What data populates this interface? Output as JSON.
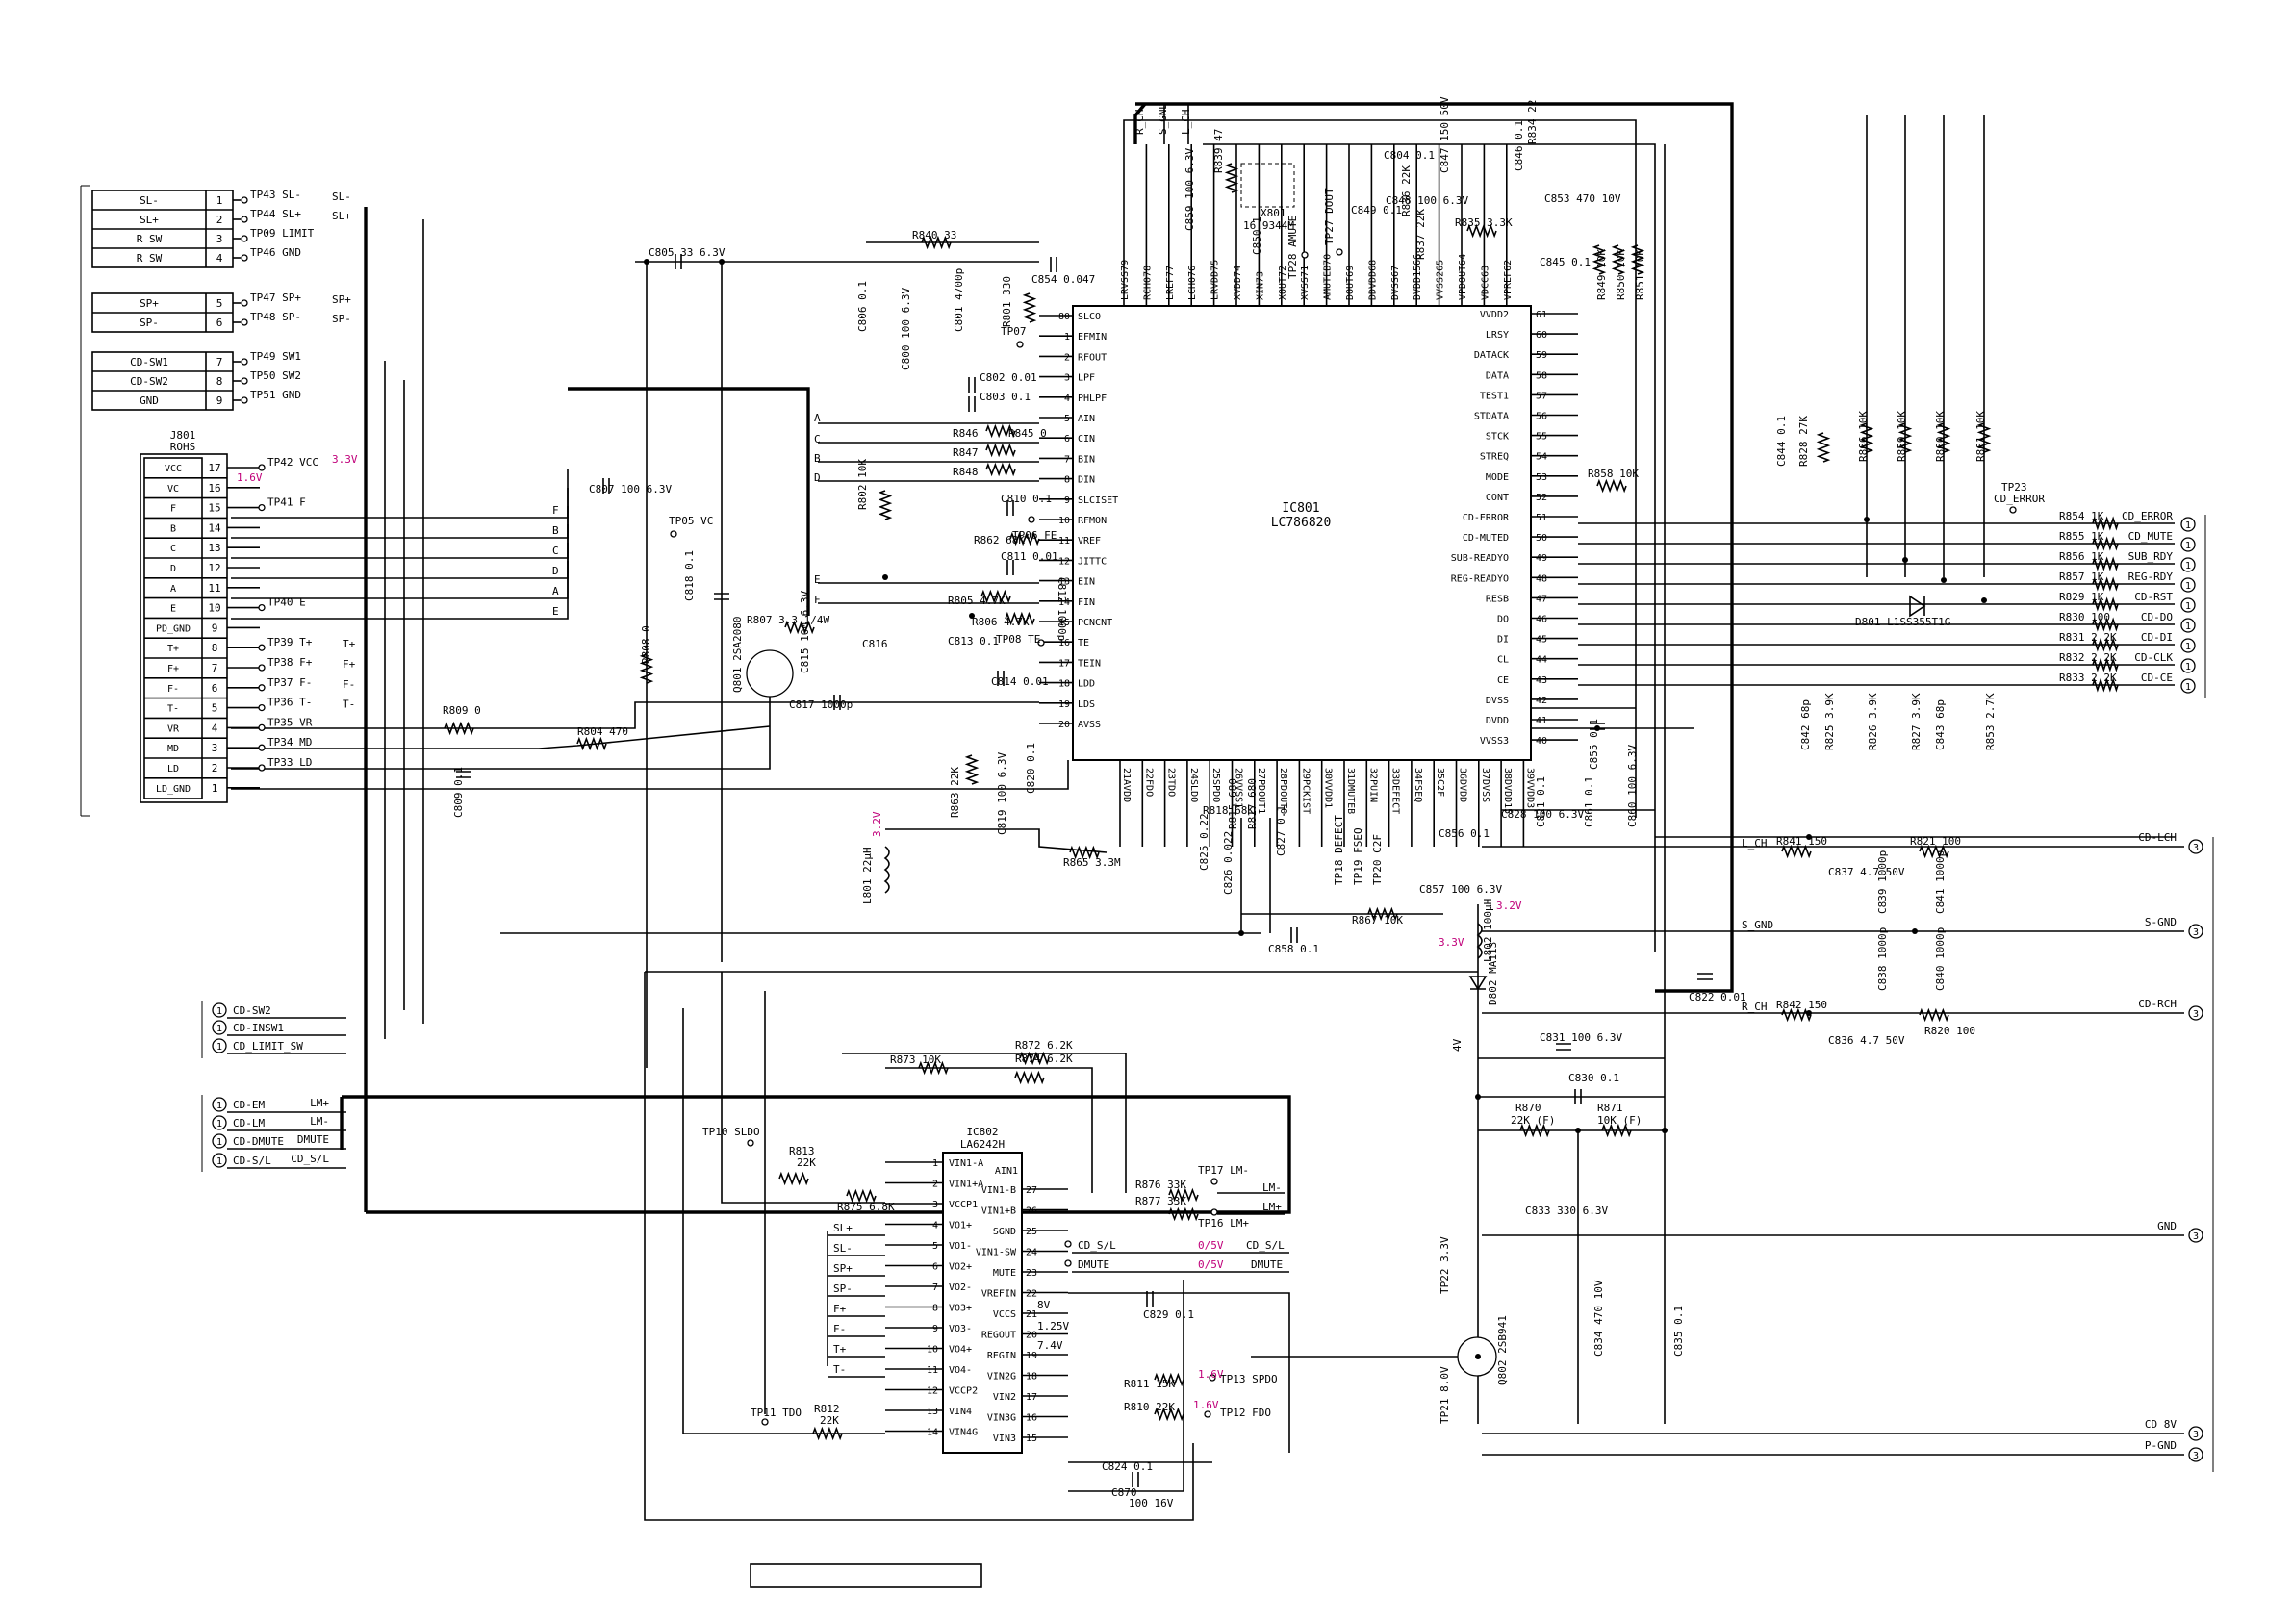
{
  "ic801": {
    "ref": "IC801",
    "part": "LC786820",
    "left": [
      [
        "SLCO",
        "80"
      ],
      [
        "EFMIN",
        "1"
      ],
      [
        "RFOUT",
        "2"
      ],
      [
        "LPF",
        "3"
      ],
      [
        "PHLPF",
        "4"
      ],
      [
        "AIN",
        "5"
      ],
      [
        "CIN",
        "6"
      ],
      [
        "BIN",
        "7"
      ],
      [
        "DIN",
        "8"
      ],
      [
        "SLCISET",
        "9"
      ],
      [
        "RFMON",
        "10"
      ],
      [
        "VREF",
        "11"
      ],
      [
        "JITTC",
        "12"
      ],
      [
        "EIN",
        "13"
      ],
      [
        "FIN",
        "14"
      ],
      [
        "PCNCNT",
        "15"
      ],
      [
        "TE",
        "16"
      ],
      [
        "TEIN",
        "17"
      ],
      [
        "LDD",
        "18"
      ],
      [
        "LDS",
        "19"
      ],
      [
        "AVSS",
        "20"
      ]
    ],
    "right": [
      [
        "VVDD2",
        "61"
      ],
      [
        "LRSY",
        "60"
      ],
      [
        "DATACK",
        "59"
      ],
      [
        "DATA",
        "58"
      ],
      [
        "TEST1",
        "57"
      ],
      [
        "STDATA",
        "56"
      ],
      [
        "STCK",
        "55"
      ],
      [
        "STREQ",
        "54"
      ],
      [
        "MODE",
        "53"
      ],
      [
        "CONT",
        "52"
      ],
      [
        "CD-ERROR",
        "51"
      ],
      [
        "CD-MUTED",
        "50"
      ],
      [
        "SUB-READYO",
        "49"
      ],
      [
        "REG-READYO",
        "48"
      ],
      [
        "RESB",
        "47"
      ],
      [
        "DO",
        "46"
      ],
      [
        "DI",
        "45"
      ],
      [
        "CL",
        "44"
      ],
      [
        "CE",
        "43"
      ],
      [
        "DVSS",
        "42"
      ],
      [
        "DVDD",
        "41"
      ],
      [
        "VVSS3",
        "40"
      ]
    ],
    "top": [
      "LRVSS79",
      "RCH078",
      "LREF77",
      "LCH076",
      "LRVDD75",
      "XVDD74",
      "XIN73",
      "XOUT72",
      "XVSS71",
      "AMUTEB70",
      "DOUT69",
      "DDVDD68",
      "DVSS67",
      "DVDD1566",
      "VVSS265",
      "VPDOUT64",
      "VDCC63",
      "VPREF62"
    ],
    "bottom": [
      "21AVDD",
      "22FDO",
      "23TDO",
      "24SLDO",
      "25SPDO",
      "26VVSS1",
      "27PDOUT1",
      "28PDOUT0",
      "29PCKIST",
      "30VVDD1",
      "31DMUTEB",
      "32PUIN",
      "33DEFECT",
      "34FSEQ",
      "35C2F",
      "36DVDD",
      "37DVSS",
      "38DVDD15",
      "39VVDD3"
    ]
  },
  "ic802": {
    "ref": "IC802",
    "part": "LA6242H",
    "left": [
      [
        "VIN1-A",
        "1"
      ],
      [
        "VIN1+A",
        "2"
      ],
      [
        "VCCP1",
        "3"
      ],
      [
        "VO1+",
        "4"
      ],
      [
        "VO1-",
        "5"
      ],
      [
        "VO2+",
        "6"
      ],
      [
        "VO2-",
        "7"
      ],
      [
        "VO3+",
        "8"
      ],
      [
        "VO3-",
        "9"
      ],
      [
        "VO4+",
        "10"
      ],
      [
        "VO4-",
        "11"
      ],
      [
        "VCCP2",
        "12"
      ],
      [
        "VIN4",
        "13"
      ],
      [
        "VIN4G",
        "14"
      ]
    ],
    "right": [
      [
        "VIN1-B",
        "27"
      ],
      [
        "VIN1+B",
        "26"
      ],
      [
        "SGND",
        "25"
      ],
      [
        "VIN1-SW",
        "24"
      ],
      [
        "MUTE",
        "23"
      ],
      [
        "VREFIN",
        "22"
      ],
      [
        "VCCS",
        "21"
      ],
      [
        "REGOUT",
        "20"
      ],
      [
        "REGIN",
        "19"
      ],
      [
        "VIN2G",
        "18"
      ],
      [
        "VIN2",
        "17"
      ],
      [
        "VIN3G",
        "16"
      ],
      [
        "VIN3",
        "15"
      ]
    ],
    "aux": "AIN1"
  },
  "connector_a": [
    [
      "SL-",
      "1",
      "TP43 SL-",
      "SL-"
    ],
    [
      "SL+",
      "2",
      "TP44 SL+",
      "SL+"
    ],
    [
      "R SW",
      "3",
      "TP09 LIMIT",
      ""
    ],
    [
      "R SW",
      "4",
      "TP46 GND",
      ""
    ]
  ],
  "connector_b": [
    [
      "SP+",
      "5",
      "TP47 SP+",
      "SP+"
    ],
    [
      "SP-",
      "6",
      "TP48 SP-",
      "SP-"
    ]
  ],
  "connector_c": [
    [
      "CD-SW1",
      "7",
      "TP49 SW1",
      ""
    ],
    [
      "CD-SW2",
      "8",
      "TP50 SW2",
      ""
    ],
    [
      "GND",
      "9",
      "TP51 GND",
      ""
    ]
  ],
  "j801": {
    "ref": "J801",
    "sub": "ROHS",
    "pins": [
      [
        "VCC",
        "17",
        "TP42 VCC"
      ],
      [
        "VC",
        "16",
        ""
      ],
      [
        "F",
        "15",
        "TP41 F"
      ],
      [
        "B",
        "14",
        ""
      ],
      [
        "C",
        "13",
        ""
      ],
      [
        "D",
        "12",
        ""
      ],
      [
        "A",
        "11",
        ""
      ],
      [
        "E",
        "10",
        "TP40 E"
      ],
      [
        "PD_GND",
        "9",
        ""
      ],
      [
        "T+",
        "8",
        "TP39 T+"
      ],
      [
        "F+",
        "7",
        "TP38 F+"
      ],
      [
        "F-",
        "6",
        "TP37 F-"
      ],
      [
        "T-",
        "5",
        "TP36 T-"
      ],
      [
        "VR",
        "4",
        "TP35 VR"
      ],
      [
        "MD",
        "3",
        "TP34 MD"
      ],
      [
        "LD",
        "2",
        "TP33 LD"
      ],
      [
        "LD_GND",
        "1",
        ""
      ]
    ],
    "rsig": [
      "",
      "",
      "",
      "",
      "",
      "",
      "",
      "",
      "",
      "T+",
      "F+",
      "F-",
      "T-",
      "",
      "",
      "",
      ""
    ]
  },
  "outputs_right": [
    [
      "CD_ERROR",
      "R854 1K"
    ],
    [
      "CD_MUTE",
      "R855 1K"
    ],
    [
      "SUB_RDY",
      "R856 1K"
    ],
    [
      "REG-RDY",
      "R857 1K"
    ],
    [
      "CD-RST",
      "R829 1K"
    ],
    [
      "CD-DO",
      "R830 100"
    ],
    [
      "CD-DI",
      "R831 2.2K"
    ],
    [
      "CD-CLK",
      "R832 2.2K"
    ],
    [
      "CD-CE",
      "R833 2.2K"
    ]
  ],
  "outputs_right_num": "1",
  "audio": [
    [
      "CD-LCH",
      "3"
    ],
    [
      "S-GND",
      "3"
    ],
    [
      "CD-RCH",
      "3"
    ],
    [
      "GND",
      "3"
    ],
    [
      "CD 8V",
      "3"
    ],
    [
      "P-GND",
      "3"
    ]
  ],
  "left_ports": [
    [
      "CD-SW2",
      "1"
    ],
    [
      "CD-INSW1",
      "1"
    ],
    [
      "CD_LIMIT_SW",
      "1"
    ],
    [
      "CD-EM",
      "1"
    ],
    [
      "CD-LM",
      "1"
    ],
    [
      "CD-DMUTE",
      "1"
    ],
    [
      "CD-S/L",
      "1"
    ]
  ],
  "left_port_sigs": [
    "",
    "",
    "",
    "LM+",
    "LM-",
    "DMUTE",
    "CD_S/L"
  ],
  "ic802_left_sigs": [
    "SL+",
    "SL-",
    "SP+",
    "SP-",
    "F+",
    "F-",
    "T+",
    "T-"
  ],
  "voltages": {
    "v33a": "3.3V",
    "v16": "1.6V",
    "v32a": "3.2V",
    "v32b": "3.2V",
    "v33b": "3.3V",
    "v16b": "1.6V",
    "v16c": "1.6V",
    "v05a": "0/5V",
    "v05b": "0/5V",
    "v8": "8V",
    "v125": "1.25V",
    "v74": "7.4V",
    "v4": "4V"
  },
  "labels": {
    "c805": "C805 33 6.3V",
    "r840": "R840 33",
    "c854": "C854 0.047",
    "c806": "C806 0.1",
    "c800": "C800 100 6.3V",
    "c801": "C801 4700p",
    "r801": "R801 330",
    "tp07": "TP07",
    "c802": "C802 0.01",
    "c803": "C803 0.1",
    "r846": "R846",
    "r845": "R845 0",
    "r847": "R847",
    "r848": "R848",
    "c810": "C810 0.1",
    "r802": "R802 10K",
    "tp06": "TP06 FE",
    "r862": "R862 68K",
    "c811": "C811 0.01",
    "c812": "C812 1000p",
    "r805": "R805 4.7K",
    "r806": "R806 4.7K",
    "c813": "C813 0.1",
    "tp08": "TP08 TE",
    "c814": "C814 0.01",
    "c807": "C807 100 6.3V",
    "tp05": "TP05 VC",
    "c818": "C818 0.1",
    "r808": "R808 0",
    "r807": "R807 3.3 1/4W",
    "c815": "C815 100 6.3V",
    "c816": "C816",
    "q801": "Q801 2SA2080",
    "c817": "C817 1000p",
    "r809": "R809 0",
    "r804": "R804 470",
    "c809": "C809 0.1",
    "r863": "R863 22K",
    "c819": "C819 100 6.3V",
    "c820": "C820 0.1",
    "l801": "L801 22µH",
    "r865": "R865 3.3M",
    "c825": "C825 0.22",
    "c826": "C826 0.022",
    "r815": "R815 680",
    "r817": "R817 680",
    "r818": "R818 68K",
    "c827": "C827 0.1",
    "tp18": "TP18 DEFECT",
    "tp19": "TP19 FSEQ",
    "tp20": "TP20 C2F",
    "c857": "C857 100 6.3V",
    "c856": "C856 0.1",
    "r867": "R867 10K",
    "c858": "C858 0.1",
    "l802": "L802 100µH",
    "d802": "D802 MA113",
    "c828": "C828 100 6.3V",
    "c821": "C821 0.1",
    "c861": "C861 0.1",
    "c860": "C860 100 6.3V",
    "c855": "C855 0.1",
    "c859": "C859 100 6.3V",
    "r839": "R839 47",
    "x801": "X801 16.9344M",
    "c850": "C850 1",
    "tp28": "TP28 AMUTE",
    "tp27": "TP27 DOUT",
    "c849": "C849 0.1",
    "c804": "C804 0.1",
    "c848": "C848 100 6.3V",
    "c847": "C847 150 50V",
    "r836": "R836 22K",
    "r837": "R837 22K",
    "r835": "R835 3.3K",
    "c846": "C846 0.1",
    "r834": "R834 22",
    "c853": "C853 470 10V",
    "c845": "C845 0.1",
    "r849": "R849 10K",
    "r850": "R850 10K",
    "r851": "R851 10K",
    "r858": "R858 10K",
    "c844": "C844 0.1",
    "r828": "R828 27K",
    "r866": "R866 10K",
    "r859": "R859 10K",
    "r860": "R860 10K",
    "r861": "R861 10K",
    "tp23": "TP23 CD_ERROR",
    "d801": "D801 L1SS355T1G",
    "c842": "C842 68p",
    "r825": "R825 3.9K",
    "r826": "R826 3.9K",
    "r827": "R827 3.9K",
    "c843": "C843 68p",
    "r853": "R853 2.7K",
    "lch": "L_CH",
    "r841": "R841 150",
    "c837": "C837 4.7 50V",
    "r821": "R821 100",
    "c839": "C839 1000p",
    "c841": "C841 1000p",
    "sgnd": "S_GND",
    "c822": "C822 0.01",
    "rch": "R_CH",
    "r842": "R842 150",
    "c836": "C836 4.7 50V",
    "r820": "R820 100",
    "c838": "C838 1000p",
    "c840": "C840 1000p",
    "c831": "C831 100 6.3V",
    "c830": "C830 0.1",
    "r870": "R870 22K (F)",
    "r871": "R871 10K (F)",
    "c833": "C833 330 6.3V",
    "c834": "C834 470 10V",
    "c835": "C835 0.1",
    "tp22": "TP22 3.3V",
    "tp21": "TP21 8.0V",
    "q802": "Q802 2SB941",
    "r872": "R872 6.2K",
    "r873": "R873 10K",
    "r874": "R874 6.2K",
    "tp10": "TP10 SLDO",
    "r813": "R813 22K",
    "r875": "R875 6.8K",
    "r876": "R876 33K",
    "r877": "R877 33K",
    "tp17": "TP17 LM-",
    "tp16": "TP16 LM+",
    "lmm": "LM-",
    "lmp": "LM+",
    "cdsl": "CD_S/L",
    "dmute": "DMUTE",
    "cdsl2": "CD_S/L",
    "dmute2": "DMUTE",
    "c829": "C829 0.1",
    "r811": "R811 15K",
    "tp13": "TP13 SPDO",
    "tp11": "TP11 TDO",
    "r812": "R812 22K",
    "r810": "R810 22K",
    "tp12": "TP12 FDO",
    "c824": "C824 0.1",
    "c870": "C870 100 16V",
    "rch_top": "R_CH",
    "sgnd_top": "S_GND",
    "lch_top": "L_CH",
    "wA": "A",
    "wC": "C",
    "wB": "B",
    "wD": "D",
    "wE": "E",
    "wF": "F",
    "jF": "F",
    "jB": "B",
    "jC": "C",
    "jD": "D",
    "jA": "A",
    "jE": "E"
  }
}
